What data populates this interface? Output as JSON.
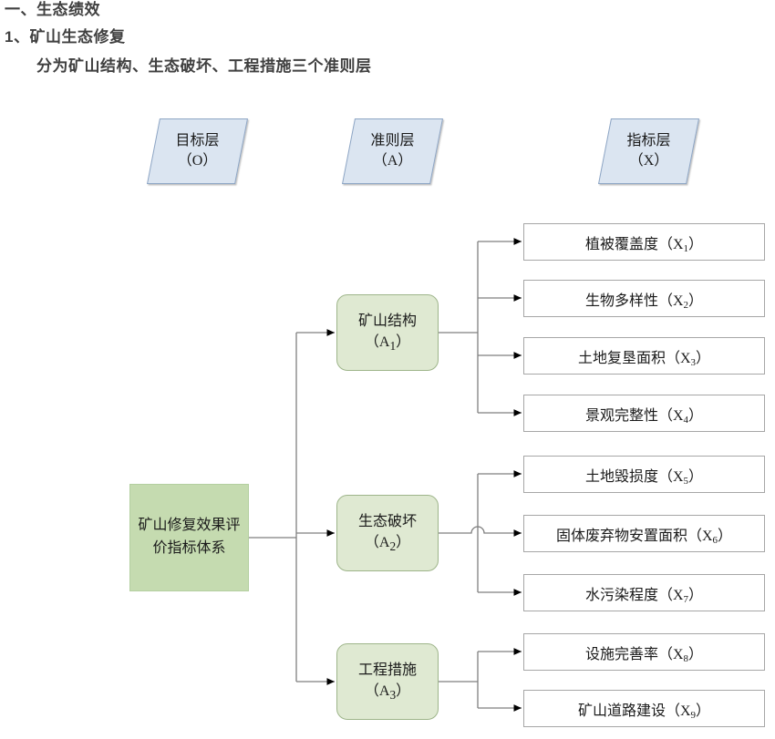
{
  "headings": {
    "line1": "一、生态绩效",
    "line2": "1、矿山生态修复",
    "line3": "分为矿山结构、生态破坏、工程措施三个准则层"
  },
  "colors": {
    "heading_text": "#404040",
    "layer_tag_fill": "#dbe5f1",
    "layer_tag_border": "#8da5c4",
    "goal_fill": "#c5dbb0",
    "goal_border": "#b4cfa0",
    "criteria_fill": "#dfe9d2",
    "criteria_border": "#9eb58a",
    "indicator_fill": "#ffffff",
    "indicator_border": "#a6a6a6",
    "connector": "#7f7f7f"
  },
  "diagram": {
    "layer_tags": [
      {
        "title": "目标层",
        "code": "（O）"
      },
      {
        "title": "准则层",
        "code": "（A）"
      },
      {
        "title": "指标层",
        "code": "（X）"
      }
    ],
    "goal": {
      "label": "矿山修复效果评价指标体系"
    },
    "criteria": [
      {
        "title": "矿山结构",
        "code_prefix": "（A",
        "code_sub": "1",
        "code_suffix": "）"
      },
      {
        "title": "生态破坏",
        "code_prefix": "（A",
        "code_sub": "2",
        "code_suffix": "）"
      },
      {
        "title": "工程措施",
        "code_prefix": "（A",
        "code_sub": "3",
        "code_suffix": "）"
      }
    ],
    "indicators": [
      {
        "title": "植被覆盖度",
        "code_prefix": "（X",
        "code_sub": "1",
        "code_suffix": "）"
      },
      {
        "title": "生物多样性",
        "code_prefix": "（X",
        "code_sub": "2",
        "code_suffix": "）"
      },
      {
        "title": "土地复垦面积",
        "code_prefix": "（X",
        "code_sub": "3",
        "code_suffix": "）"
      },
      {
        "title": "景观完整性",
        "code_prefix": "（X",
        "code_sub": "4",
        "code_suffix": "）"
      },
      {
        "title": "土地毁损度",
        "code_prefix": "（X",
        "code_sub": "5",
        "code_suffix": "）"
      },
      {
        "title": "固体废弃物安置面积",
        "code_prefix": "（X",
        "code_sub": "6",
        "code_suffix": "）"
      },
      {
        "title": "水污染程度",
        "code_prefix": "（X",
        "code_sub": "7",
        "code_suffix": "）"
      },
      {
        "title": "设施完善率",
        "code_prefix": "（X",
        "code_sub": "8",
        "code_suffix": "）"
      },
      {
        "title": "矿山道路建设",
        "code_prefix": "（X",
        "code_sub": "9",
        "code_suffix": "）"
      }
    ]
  }
}
